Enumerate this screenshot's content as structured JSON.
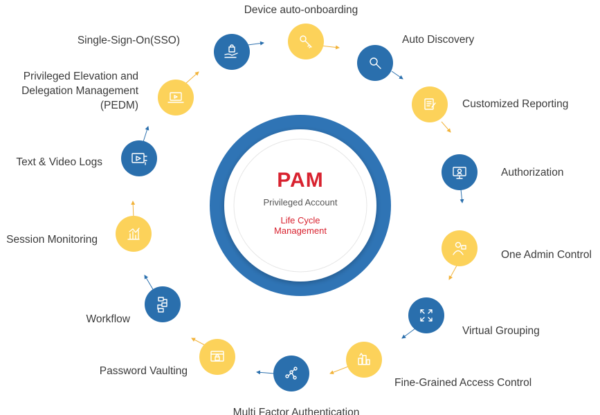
{
  "colors": {
    "blue": "#2a6fad",
    "yellow": "#fcd25a",
    "ring": "#2f74b5",
    "red": "#d8222f",
    "text": "#3a3a3a"
  },
  "center": {
    "logo": "PAM",
    "subtitle": "Privileged Account",
    "tagline_line1": "Life Cycle",
    "tagline_line2": "Management"
  },
  "features": [
    {
      "id": "device-auto-onboarding",
      "label": [
        "Device auto-onboarding"
      ],
      "icon": "key-icon",
      "color": "yellow"
    },
    {
      "id": "auto-discovery",
      "label": [
        "Auto Discovery"
      ],
      "icon": "magnifier-icon",
      "color": "blue"
    },
    {
      "id": "customized-reporting",
      "label": [
        "Customized Reporting"
      ],
      "icon": "report-icon",
      "color": "yellow"
    },
    {
      "id": "authorization",
      "label": [
        "Authorization"
      ],
      "icon": "monitor-user-icon",
      "color": "blue"
    },
    {
      "id": "one-admin-control",
      "label": [
        "One Admin Control"
      ],
      "icon": "admin-icon",
      "color": "yellow"
    },
    {
      "id": "virtual-grouping",
      "label": [
        "Virtual Grouping"
      ],
      "icon": "expand-icon",
      "color": "blue"
    },
    {
      "id": "fine-grained-access-control",
      "label": [
        "Fine-Grained Access Control"
      ],
      "icon": "access-icon",
      "color": "yellow"
    },
    {
      "id": "multi-factor-authentication",
      "label": [
        "Multi Factor Authentication"
      ],
      "icon": "network-icon",
      "color": "blue"
    },
    {
      "id": "password-vaulting",
      "label": [
        "Password Vaulting"
      ],
      "icon": "vault-icon",
      "color": "yellow"
    },
    {
      "id": "workflow",
      "label": [
        "Workflow"
      ],
      "icon": "workflow-icon",
      "color": "blue"
    },
    {
      "id": "session-monitoring",
      "label": [
        "Session Monitoring"
      ],
      "icon": "chart-icon",
      "color": "yellow"
    },
    {
      "id": "text-video-logs",
      "label": [
        "Text & Video Logs"
      ],
      "icon": "video-icon",
      "color": "blue"
    },
    {
      "id": "pedm",
      "label": [
        "Privileged Elevation and",
        "Delegation Management",
        "(PEDM)"
      ],
      "icon": "laptop-icon",
      "color": "yellow"
    },
    {
      "id": "sso",
      "label": [
        "Single-Sign-On(SSO)"
      ],
      "icon": "lock-hand-icon",
      "color": "blue"
    }
  ]
}
